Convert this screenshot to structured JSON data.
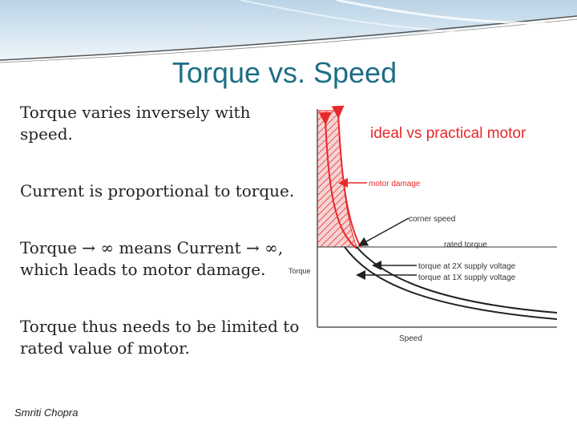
{
  "slide": {
    "title": "Torque vs. Speed",
    "author": "Smriti Chopra",
    "bullets": [
      "Torque varies inversely with speed.",
      "Current is proportional to torque.",
      "Torque → ∞ means Current → ∞, which leads to motor damage.",
      "Torque thus needs to be limited to rated value of motor."
    ]
  },
  "diagram": {
    "title": "ideal vs practical motor",
    "y_axis_label": "Torque",
    "x_axis_label": "Speed",
    "annotations": {
      "motor_damage": "motor damage",
      "corner_speed": "corner speed",
      "rated_torque": "rated torque",
      "torque_2x": "torque at 2X supply voltage",
      "torque_1x": "torque at 1X supply voltage"
    },
    "colors": {
      "accent_red": "#e8282a",
      "title_teal": "#1f6e86",
      "curve": "#222222"
    }
  }
}
